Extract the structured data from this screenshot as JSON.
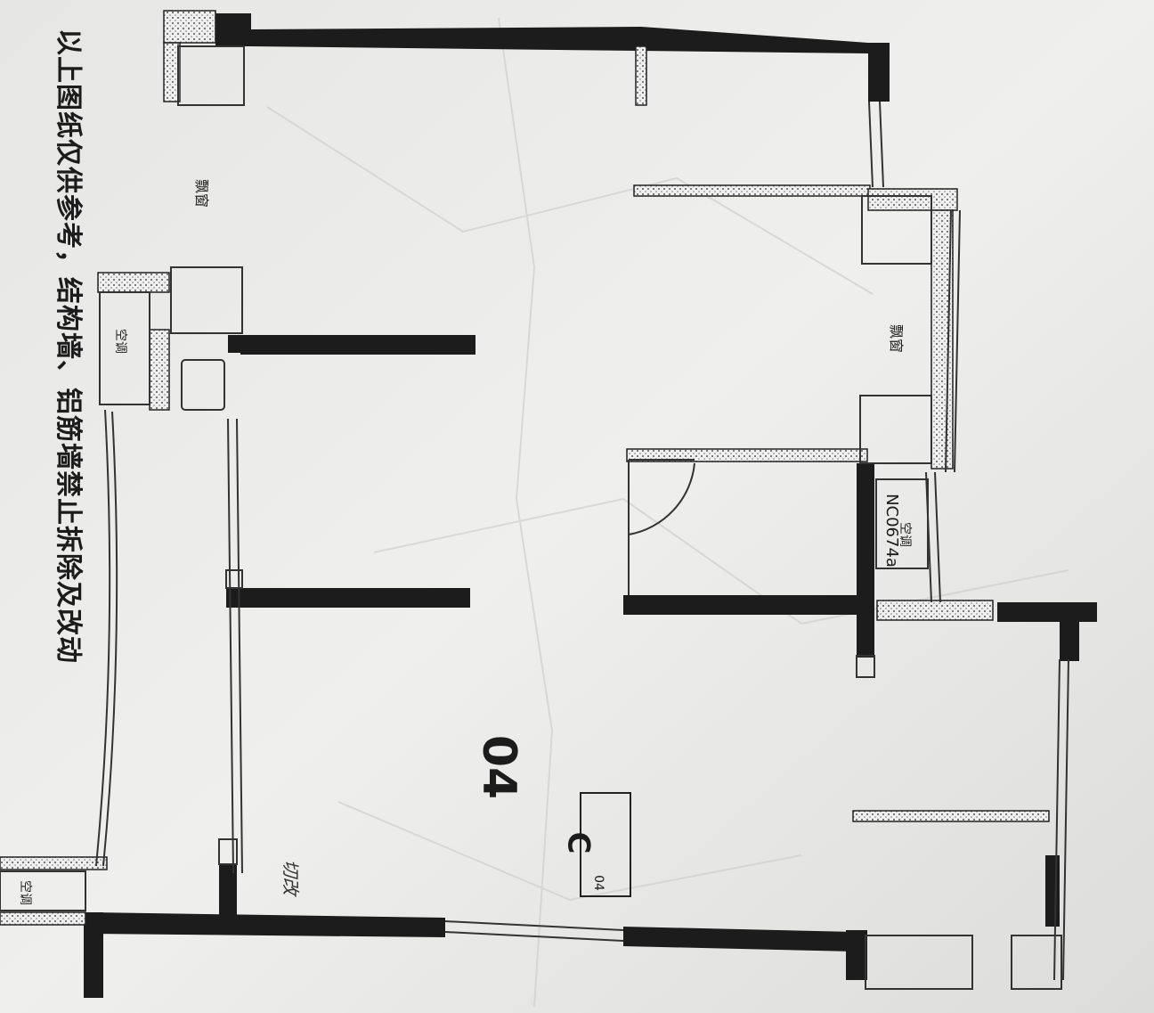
{
  "page": {
    "notice": "以上图纸仅供参考，结构墙、铝筋墙禁止拆除及改动",
    "unit_number": "04",
    "unit_type": {
      "code": "C",
      "subscript": "04"
    },
    "handwritten_note": "切改",
    "room_labels": {
      "bay_window_left": "飘窗",
      "bay_window_right": "飘窗"
    },
    "ac_labels": {
      "ac_left": "空调",
      "ac_bottom": "空调",
      "ac_right": "空调"
    },
    "window_code": "NC0674a"
  },
  "colors": {
    "paper": "#e9e9e7",
    "wall": "#1c1c1c",
    "hatch": "#bcbcbc",
    "line": "#333333"
  }
}
